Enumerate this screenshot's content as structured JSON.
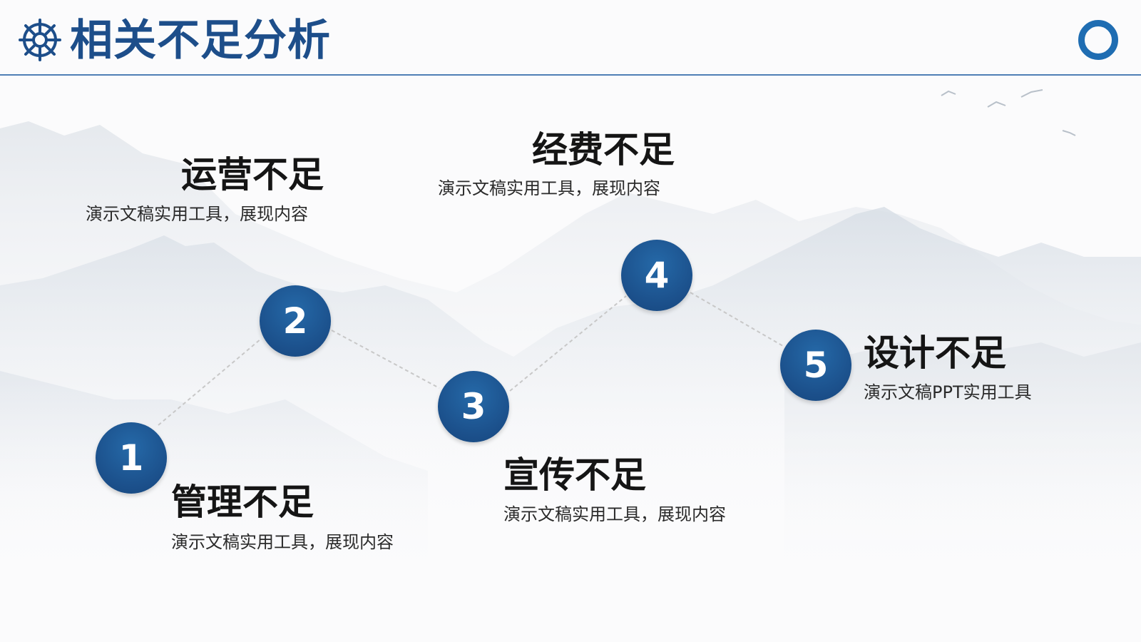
{
  "header": {
    "title": "相关不足分析"
  },
  "icons": {
    "logo": "ship-wheel-icon",
    "ring": "circle-ring-icon"
  },
  "colors": {
    "primary": "#1d4e8a",
    "accent": "#1f6db2",
    "node_fill": "#1b4f8a",
    "connector": "#c8c8c8"
  },
  "items": [
    {
      "number": "1",
      "title": "管理不足",
      "desc": "演示文稿实用工具，展现内容"
    },
    {
      "number": "2",
      "title": "运营不足",
      "desc": "演示文稿实用工具，展现内容"
    },
    {
      "number": "3",
      "title": "宣传不足",
      "desc": "演示文稿实用工具，展现内容"
    },
    {
      "number": "4",
      "title": "经费不足",
      "desc": "演示文稿实用工具，展现内容"
    },
    {
      "number": "5",
      "title": "设计不足",
      "desc": "演示文稿PPT实用工具"
    }
  ]
}
